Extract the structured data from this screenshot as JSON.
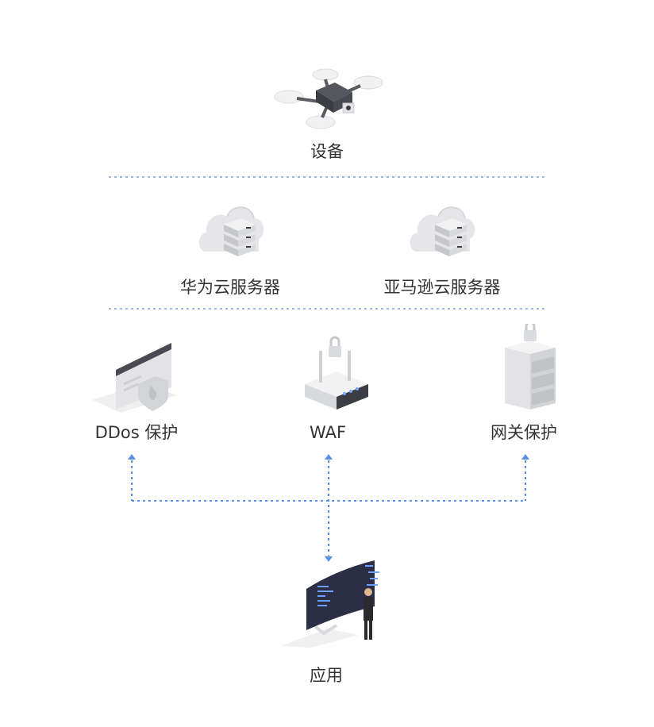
{
  "labels": {
    "device": "设备",
    "huawei": "华为云服务器",
    "amazon": "亚马逊云服务器",
    "ddos": "DDos 保护",
    "waf": "WAF",
    "gateway": "网关保护",
    "app": "应用"
  },
  "colors": {
    "dash_gray": "#9bb6df",
    "arrow_blue": "#5b8fe6",
    "label_text": "#333333",
    "icon_light": "#e9e9ea",
    "icon_mid": "#d2d3d6",
    "icon_dark": "#3c3d44"
  },
  "icons": [
    "drone-icon",
    "cloud-server-icon",
    "shield-browser-icon",
    "router-lock-icon",
    "server-rack-lock-icon",
    "monitor-person-icon"
  ]
}
